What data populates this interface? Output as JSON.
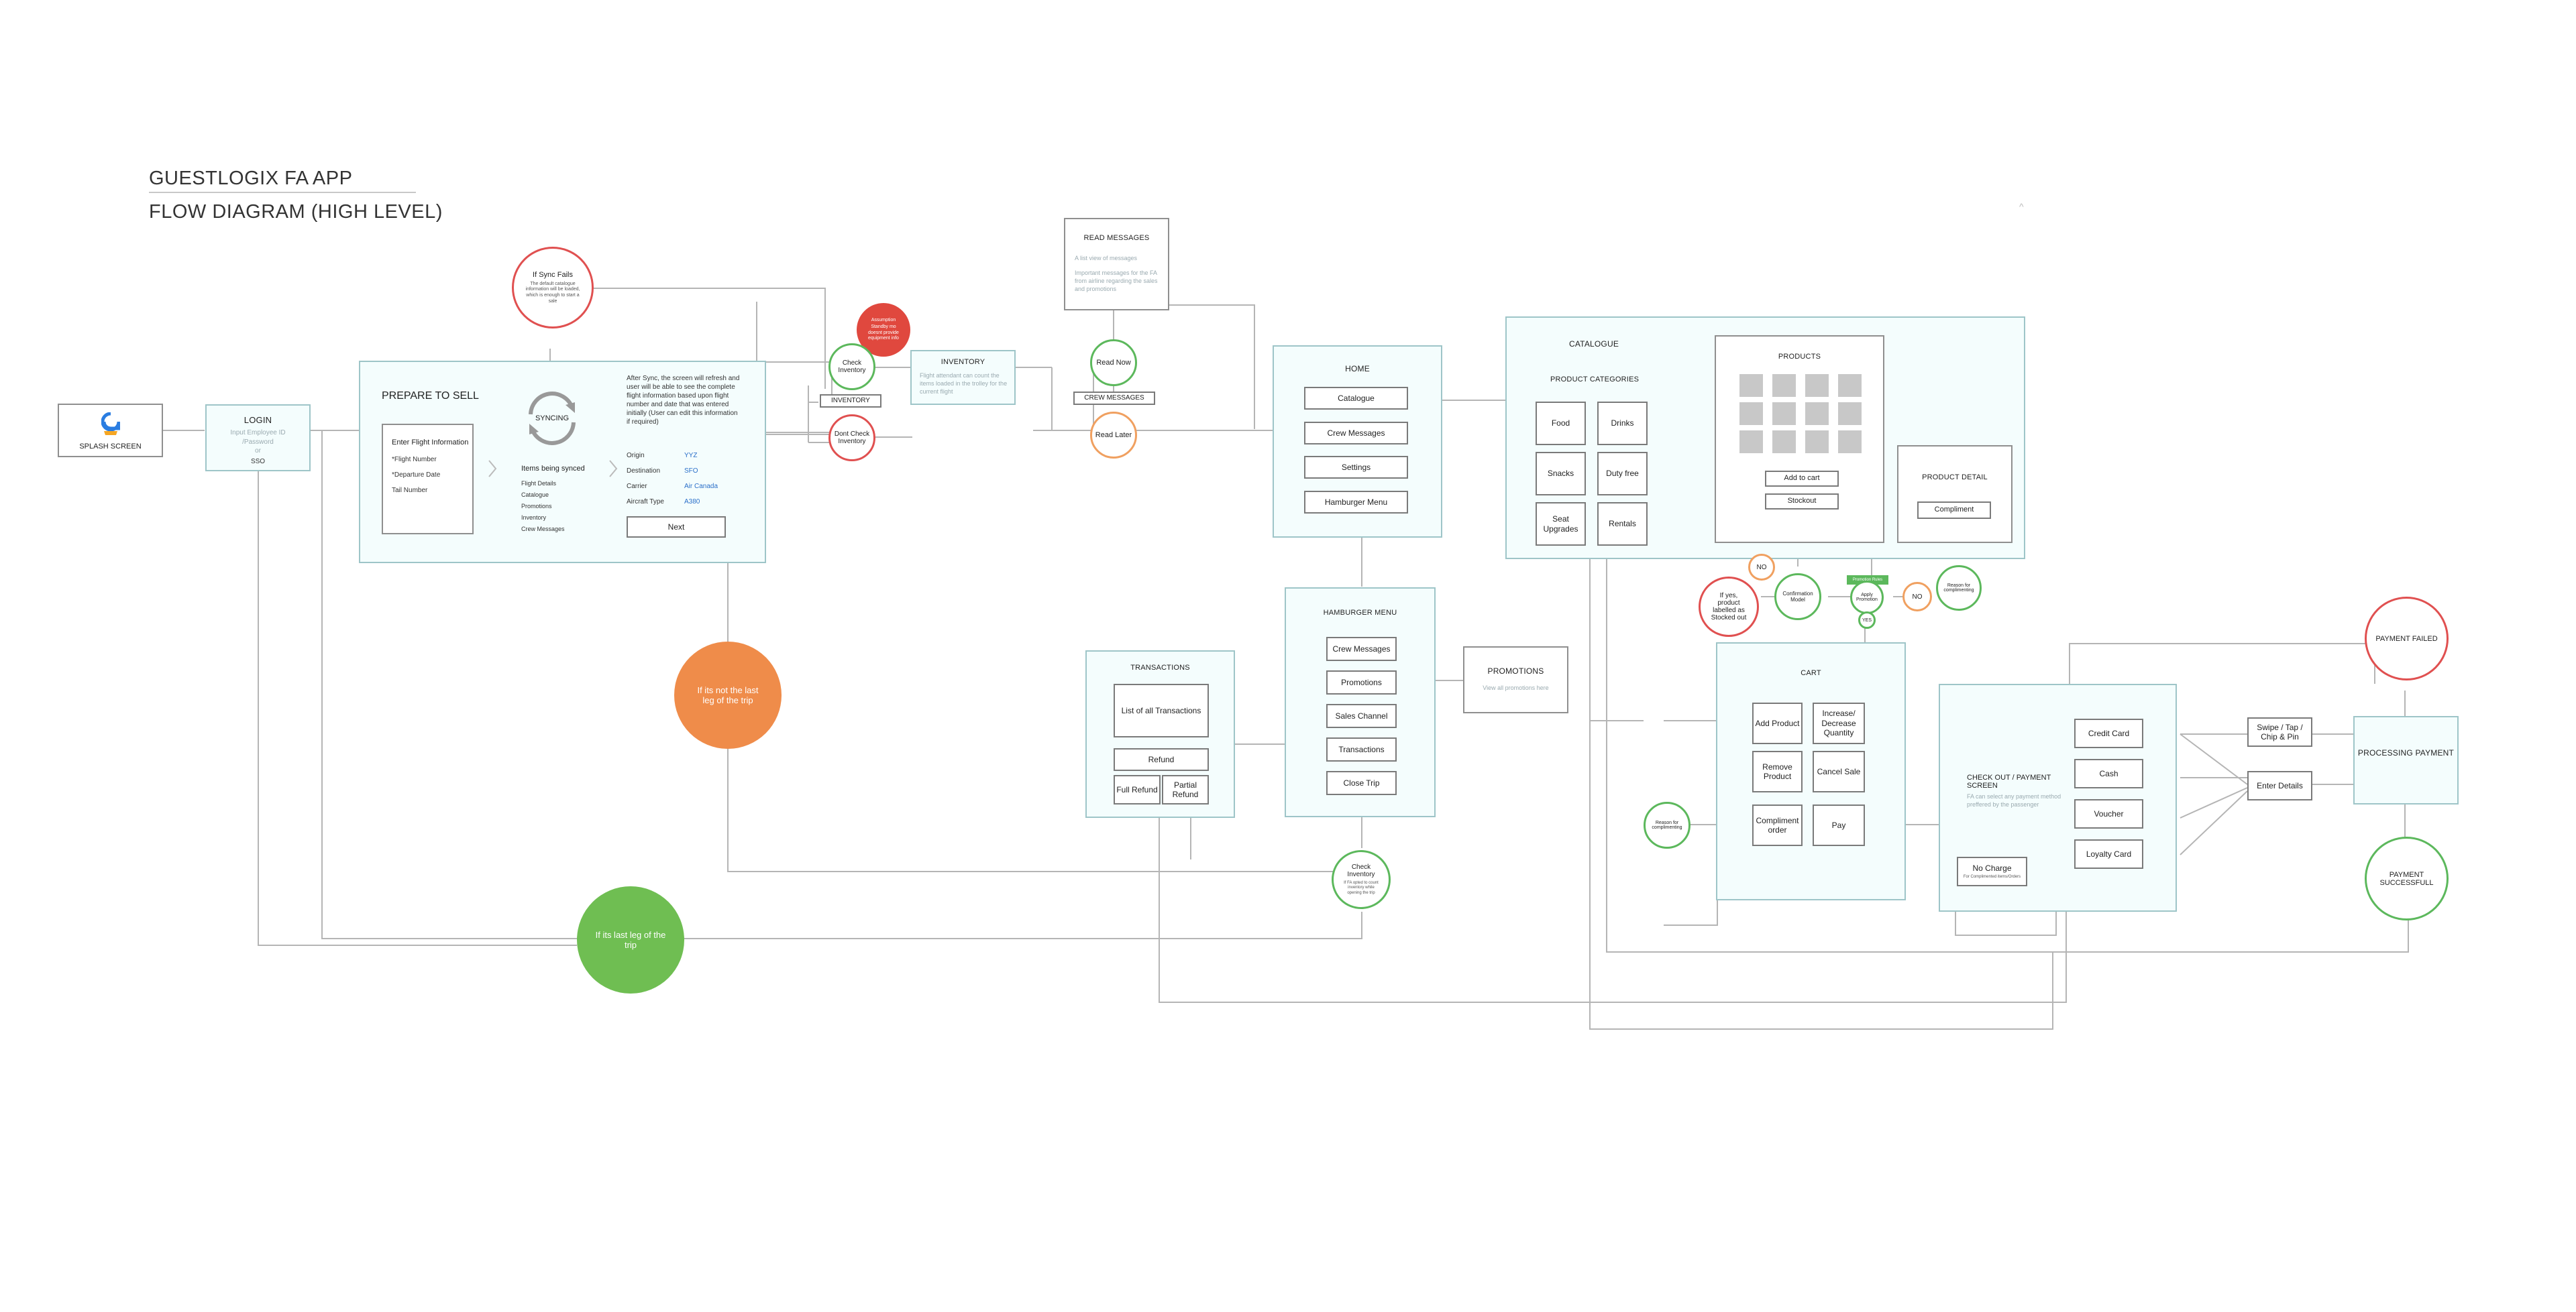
{
  "header": {
    "title": "GUESTLOGIX FA APP",
    "subtitle": "FLOW DIAGRAM (HIGH LEVEL)"
  },
  "splash": {
    "label": "SPLASH SCREEN"
  },
  "login": {
    "title": "LOGIN",
    "line1": "Input Employee ID",
    "line2": "/Password",
    "line3": "or",
    "line4": "SSO"
  },
  "prepare": {
    "title": "PREPARE TO SELL",
    "form_title": "Enter Flight Information",
    "fields": [
      "*Flight Number",
      "*Departure Date",
      "Tail Number"
    ],
    "syncing": "SYNCING",
    "items_title": "Items being synced",
    "items": [
      "Flight Details",
      "Catalogue",
      "Promotions",
      "Inventory",
      "Crew Messages"
    ],
    "description": "After Sync, the screen will refresh and user will be able to see the complete flight information based upon flight number and date that was entered initially (User can edit this information if required)",
    "info": [
      {
        "label": "Origin",
        "value": "YYZ"
      },
      {
        "label": "Destination",
        "value": "SFO"
      },
      {
        "label": "Carrier",
        "value": "Air Canada"
      },
      {
        "label": "Aircraft Type",
        "value": "A380"
      }
    ],
    "next": "Next"
  },
  "sync_fail": {
    "title": "If Sync Fails",
    "text": "The default catalogue information will be loaded, which is enough to start a sale"
  },
  "assumption": {
    "title": "Assumption",
    "text": "Standby mo doesnt provide equipment info"
  },
  "check_inventory": "Check Inventory",
  "inventory_label": "INVENTORY",
  "dont_check": "Dont Check Inventory",
  "inventory_box": {
    "title": "INVENTORY",
    "text": "Flight attendant can count the items loaded in the trolley for the current flight"
  },
  "read_messages": {
    "title": "READ MESSAGES",
    "line1": "A list view of messages",
    "line2": "Important messages for the FA from airline regarding the sales and promotions"
  },
  "read_now": "Read Now",
  "crew_messages_label": "CREW MESSAGES",
  "read_later": "Read Later",
  "home": {
    "title": "HOME",
    "buttons": [
      "Catalogue",
      "Crew Messages",
      "Settings",
      "Hamburger Menu"
    ]
  },
  "hamburger": {
    "title": "HAMBURGER MENU",
    "buttons": [
      "Crew Messages",
      "Promotions",
      "Sales Channel",
      "Transactions",
      "Close Trip"
    ]
  },
  "promotions": {
    "title": "PROMOTIONS",
    "text": "View all promotions here"
  },
  "transactions": {
    "title": "TRANSACTIONS",
    "list": "List of all Transactions",
    "refund": "Refund",
    "full": "Full Refund",
    "partial": "Partial Refund"
  },
  "check_inventory2": {
    "title": "Check Inventory",
    "text": "If FA opted to count inventory while opening the trip"
  },
  "not_last": "If its not the last leg of the trip",
  "last_leg": "If its last leg of the trip",
  "catalogue": {
    "title": "CATALOGUE",
    "categories_title": "PRODUCT CATEGORIES",
    "categories": [
      "Food",
      "Drinks",
      "Snacks",
      "Duty free",
      "Seat Upgrades",
      "Rentals"
    ]
  },
  "products": {
    "title": "PRODUCTS",
    "add_to_cart": "Add to cart",
    "stockout": "Stockout"
  },
  "product_detail": {
    "title": "PRODUCT DETAIL",
    "compliment": "Compliment"
  },
  "no1": "NO",
  "if_yes": "If yes, product labelled as Stocked out",
  "confirmation": "Confirmation Model",
  "promo_badge": "Promotion Rules",
  "apply_promo": "Apply Promotion",
  "yes": "YES",
  "no2": "NO",
  "reason_comp1": "Reason for complimenting",
  "cart": {
    "title": "CART",
    "buttons": [
      "Add Product",
      "Increase/ Decrease Quantity",
      "Remove Product",
      "Cancel Sale",
      "Compliment order",
      "Pay"
    ]
  },
  "reason_comp2": "Reason for complimenting",
  "checkout": {
    "title": "CHECK OUT / PAYMENT SCREEN",
    "text": "FA can select any payment method preffered by the passenger",
    "methods": [
      "Credit Card",
      "Cash",
      "Voucher",
      "Loyalty Card"
    ],
    "no_charge": "No Charge",
    "no_charge_sub": "For Complimented items/Orders"
  },
  "swipe": "Swipe / Tap / Chip & Pin",
  "enter_details": "Enter Details",
  "processing": "PROCESSING PAYMENT",
  "payment_failed": "PAYMENT FAILED",
  "payment_success": "PAYMENT SUCCESSFULL",
  "colors": {
    "panel_border": "#9ec5c8",
    "panel_fill": "#f4fdfd",
    "green": "#5cb85c",
    "red": "#e05050",
    "orange": "#f0a060",
    "orange_fill": "#ef8c4a",
    "green_fill": "#6fbe52",
    "red_fill": "#e0483e"
  },
  "icons": [
    "logo-icon",
    "sync-icon",
    "chevron-right-icon",
    "collapse-icon"
  ]
}
